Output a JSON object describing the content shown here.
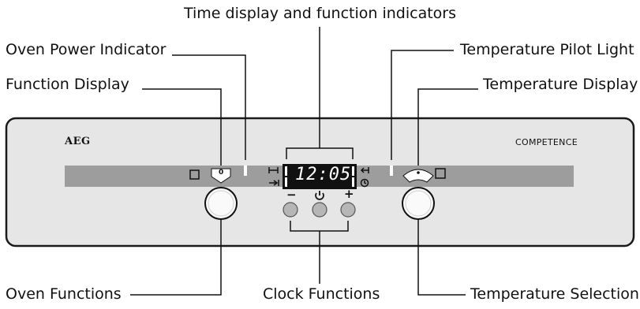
{
  "labels": {
    "time_display": "Time display and function indicators",
    "oven_power": "Oven Power Indicator",
    "function_display": "Function Display",
    "temp_pilot": "Temperature Pilot Light",
    "temp_display": "Temperature Display",
    "oven_functions": "Oven Functions",
    "clock_functions": "Clock Functions",
    "temp_selection": "Temperature Selection"
  },
  "panel": {
    "brand": "AEG",
    "model": "COMPETENCE",
    "clock_time": "12:05",
    "function_dial_mark": "0",
    "minus_label": "−",
    "plus_label": "+",
    "panel_color": "#e6e6e6",
    "strip_color": "#9d9d9d"
  },
  "icons": {
    "left_top_indicator": "duration-icon",
    "left_bottom_indicator": "end-time-icon",
    "right_top_indicator": "cook-time-icon",
    "right_bottom_indicator": "minute-minder-icon",
    "middle_button": "power-clock-icon"
  }
}
